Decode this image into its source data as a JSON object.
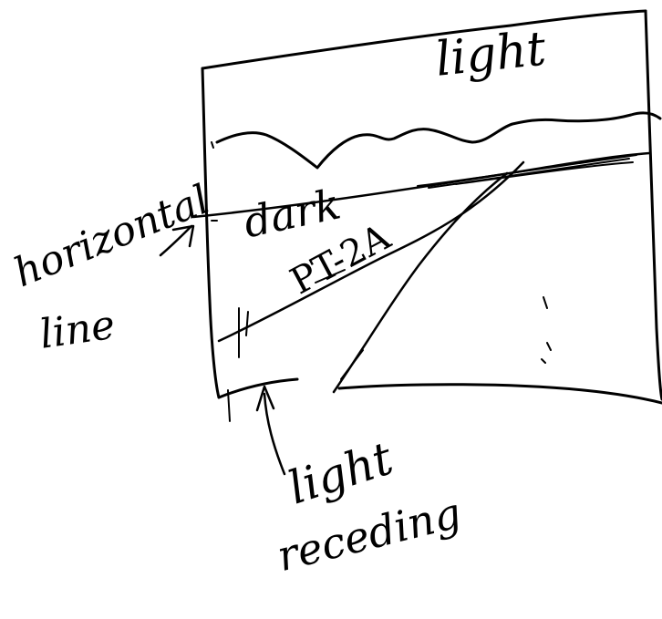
{
  "labels": {
    "light_sky": "light",
    "dark_band": "dark",
    "plate_id": "PT-2A",
    "horizontal_word": "horizontal",
    "line_word": "line",
    "light_bottom": "light",
    "receding": "receding"
  },
  "colors": {
    "ink": "#000000",
    "paper": "#ffffff"
  }
}
